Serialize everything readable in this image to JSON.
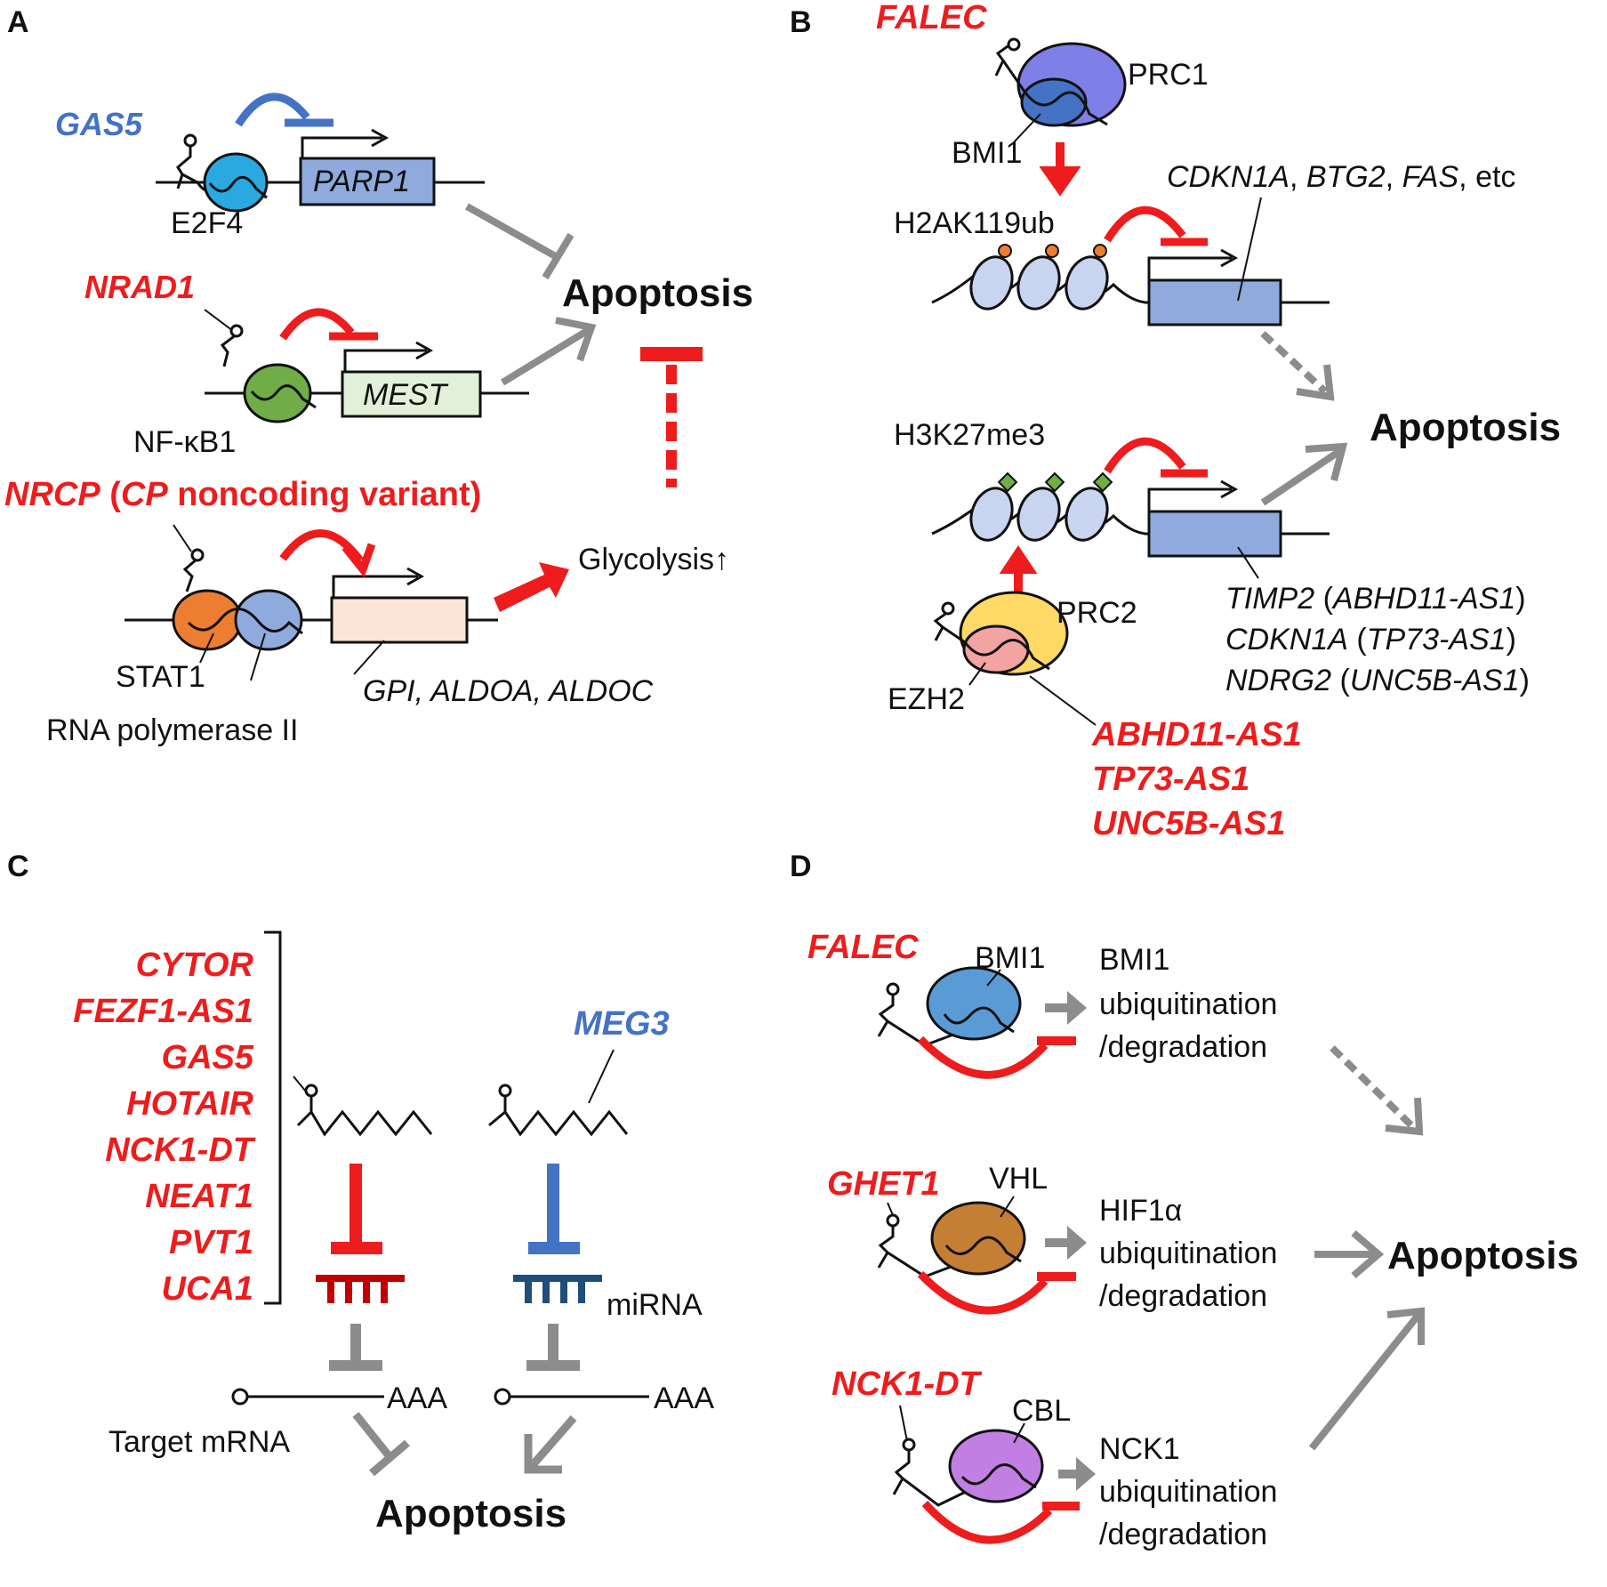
{
  "colors": {
    "red": "#ee1c1c",
    "blue": "#4472c4",
    "gray": "#8c8c8c",
    "gene_box_blue": "#8faadc",
    "gene_box_green": "#e2f0d9",
    "gene_box_peach": "#fbe5d6"
  },
  "panels": {
    "A": {
      "label": "A",
      "gas5": "GAS5",
      "parp1": "PARP1",
      "e2f4": "E2F4",
      "nrad1": "NRAD1",
      "mest": "MEST",
      "nfkb1": "NF-κB1",
      "nrcp_a": "NRCP",
      "nrcp_b": " (",
      "nrcp_c": "CP",
      "nrcp_d": " noncoding variant)",
      "stat1": "STAT1",
      "rnapol": "RNA polymerase II",
      "genes": "GPI, ALDOA, ALDOC",
      "glycolysis": "Glycolysis",
      "glycolysis_arrow": "↑",
      "apoptosis": "Apoptosis"
    },
    "B": {
      "label": "B",
      "falec": "FALEC",
      "prc1": "PRC1",
      "bmi1": "BMI1",
      "h2ak119ub": "H2AK119ub",
      "top_genes_1": "CDKN1A",
      "top_genes_2": ", ",
      "top_genes_3": "BTG2",
      "top_genes_4": ", ",
      "top_genes_5": "FAS",
      "top_genes_6": ", etc",
      "h3k27me3": "H3K27me3",
      "prc2": "PRC2",
      "ezh2": "EZH2",
      "targets": [
        {
          "gene": "TIMP2",
          "lnc": "ABHD11-AS1"
        },
        {
          "gene": "CDKN1A",
          "lnc": "TP73-AS1"
        },
        {
          "gene": "NDRG2",
          "lnc": "UNC5B-AS1"
        }
      ],
      "lncs": [
        "ABHD11-AS1",
        "TP73-AS1",
        "UNC5B-AS1"
      ],
      "apoptosis": "Apoptosis"
    },
    "C": {
      "label": "C",
      "lncs": [
        "CYTOR",
        "FEZF1-AS1",
        "GAS5",
        "HOTAIR",
        "NCK1-DT",
        "NEAT1",
        "PVT1",
        "UCA1"
      ],
      "meg3": "MEG3",
      "mirna": "miRNA",
      "aaa_left": "AAA",
      "aaa_right": "AAA",
      "target_mrna": "Target mRNA",
      "apoptosis": "Apoptosis"
    },
    "D": {
      "label": "D",
      "rows": [
        {
          "lnc": "FALEC",
          "protein": "BMI1",
          "line1": "BMI1",
          "line2": "ubiquitination",
          "line3": "/degradation"
        },
        {
          "lnc": "GHET1",
          "protein": "VHL",
          "line1": "HIF1α",
          "line2": "ubiquitination",
          "line3": "/degradation"
        },
        {
          "lnc": "NCK1-DT",
          "protein": "CBL",
          "line1": "NCK1",
          "line2": "ubiquitination",
          "line3": "/degradation"
        }
      ],
      "apoptosis": "Apoptosis"
    }
  }
}
